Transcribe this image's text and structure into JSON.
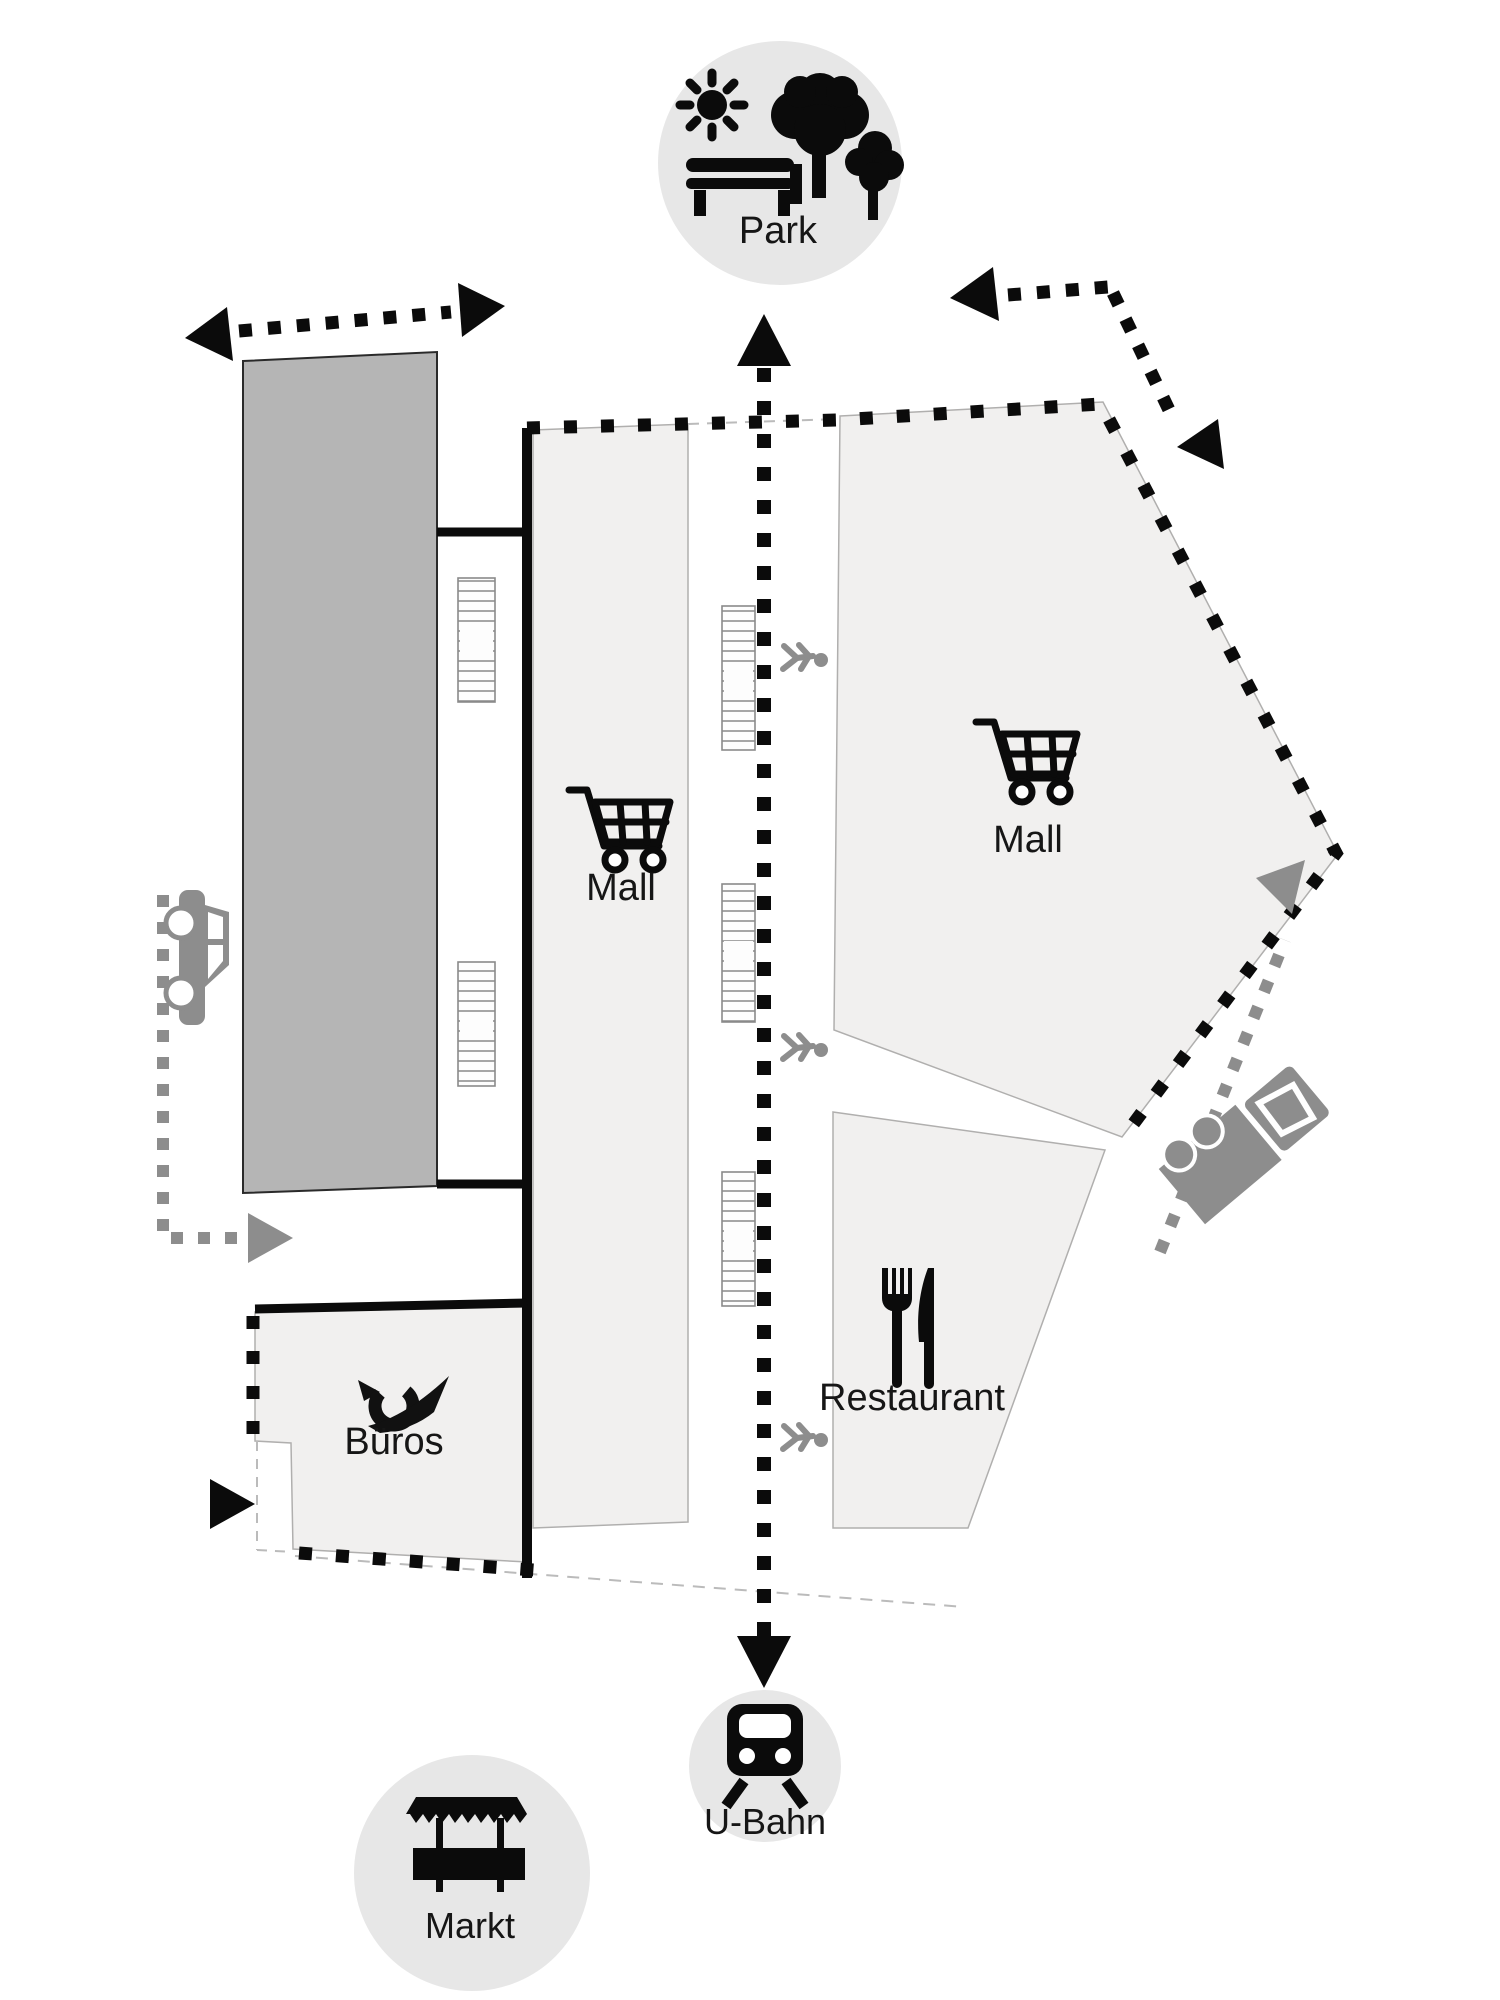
{
  "diagram": {
    "type": "site-plan",
    "areas": [
      {
        "id": "park",
        "label": "Park",
        "icon": "park-icon"
      },
      {
        "id": "mall-west",
        "label": "Mall",
        "icon": "shopping-cart-icon"
      },
      {
        "id": "mall-east",
        "label": "Mall",
        "icon": "shopping-cart-icon"
      },
      {
        "id": "restaurant",
        "label": "Restaurant",
        "icon": "fork-knife-icon"
      },
      {
        "id": "offices",
        "label": "Büros",
        "icon": "posthorn-logo"
      },
      {
        "id": "subway",
        "label": "U-Bahn",
        "icon": "train-icon"
      },
      {
        "id": "market",
        "label": "Markt",
        "icon": "market-stall-icon"
      },
      {
        "id": "parking-garage",
        "label": "",
        "icon": "none"
      }
    ],
    "vehicles": [
      {
        "id": "car",
        "icon": "car-icon"
      },
      {
        "id": "truck",
        "icon": "truck-icon"
      }
    ],
    "pedestrian_count": 3,
    "stairs_count": 5,
    "colors": {
      "building_light": "#f1f0ef",
      "building_outline": "#b0afae",
      "building_dark": "#b5b5b5",
      "path_black": "#0b0b0b",
      "muted_gray": "#8d8d8d",
      "node_circle_bg": "#e7e7e7",
      "dashed_boundary": "#bbbbbb"
    }
  }
}
